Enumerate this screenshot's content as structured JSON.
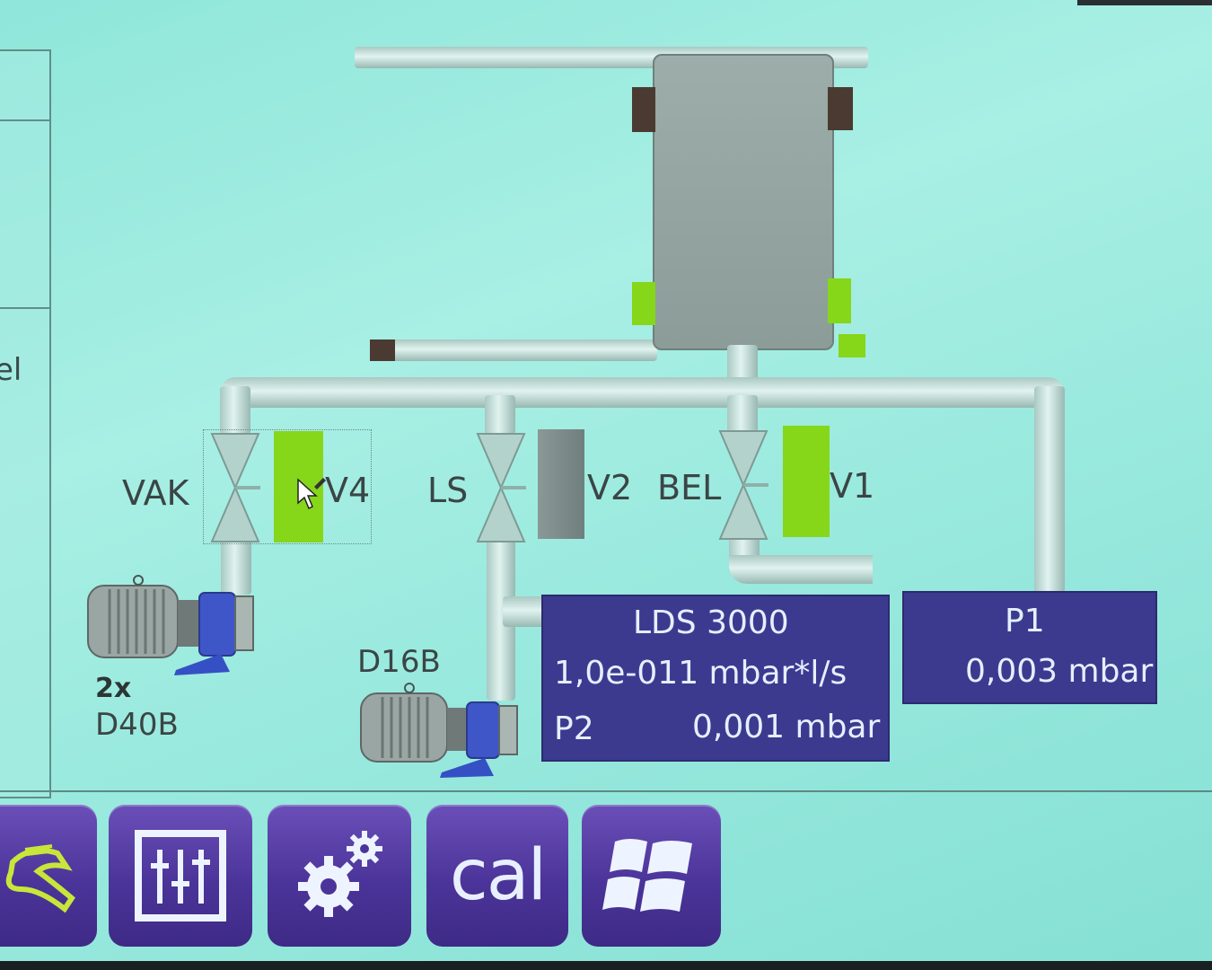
{
  "left_panel": {
    "cut_text": "el"
  },
  "valves": [
    {
      "id": "VAK",
      "label": "VAK",
      "name_label": "V4",
      "state": "open",
      "state_color": "#86d61a"
    },
    {
      "id": "LS",
      "label": "LS",
      "name_label": "V2",
      "state": "closed",
      "state_color": "#7b8a88"
    },
    {
      "id": "BEL",
      "label": "BEL",
      "name_label": "V1",
      "state": "open",
      "state_color": "#86d61a"
    }
  ],
  "pumps": [
    {
      "count": "2x",
      "model": "D40B"
    },
    {
      "model": "D16B"
    }
  ],
  "lds": {
    "title": "LDS 3000",
    "leak_rate": "1,0e-011 mbar*l/s",
    "p2_label": "P2",
    "p2_value": "0,001 mbar"
  },
  "p1": {
    "label": "P1",
    "value": "0,003 mbar"
  },
  "taskbar": {
    "buttons": [
      {
        "icon": "hand-icon"
      },
      {
        "icon": "sliders-icon"
      },
      {
        "icon": "gears-icon"
      },
      {
        "icon": "cal-icon",
        "label": "cal"
      },
      {
        "icon": "windows-icon"
      }
    ]
  },
  "colors": {
    "background": "#9beade",
    "active": "#86d61a",
    "inactive": "#7b8a88",
    "panel": "#3c3a8f",
    "button": "#4b3499"
  }
}
